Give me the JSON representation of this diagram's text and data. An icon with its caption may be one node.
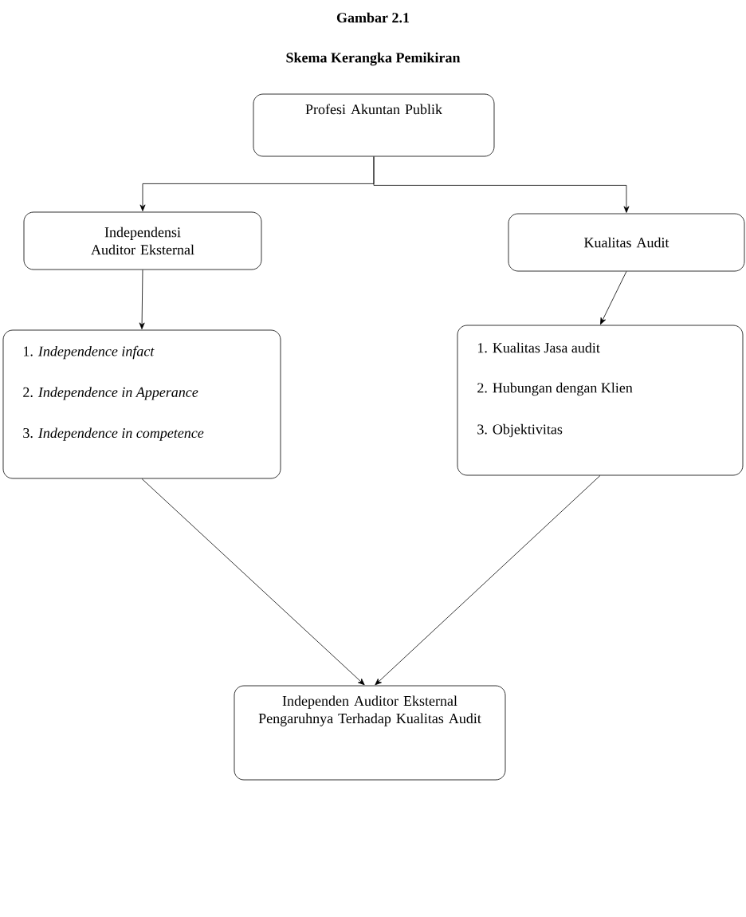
{
  "diagram": {
    "title": "Gambar 2.1",
    "caption": "Skema Kerangka Pemikiran",
    "nodes": [
      {
        "text": [
          "Profesi Akuntan Publik"
        ]
      },
      {
        "text": [
          "Independensi Auditor Eksternal"
        ]
      },
      {
        "text": [
          "Kualitas  Audit"
        ]
      },
      {
        "text": [
          "1. *Independence infact*",
          "2. *Independence in Apperance*",
          "3. *Independence in competence*"
        ]
      },
      {
        "text": [
          "1.   Kualitas Jasa audit",
          "2.   Hubungan dengan Klien",
          "3.   Objektivitas"
        ]
      },
      {
        "text": [
          "Independen Auditor Eksternal Pengaruhnya Terhadap Kualitas Audit"
        ]
      }
    ],
    "edges": [
      {
        "from": 0,
        "to": 1,
        "arrow": "to"
      },
      {
        "from": 0,
        "to": 2,
        "arrow": "to"
      },
      {
        "from": 1,
        "to": 3,
        "arrow": "to"
      },
      {
        "from": 2,
        "to": 4,
        "arrow": "to"
      },
      {
        "from": 3,
        "to": 5,
        "arrow": "to"
      },
      {
        "from": 4,
        "to": 5,
        "arrow": "to"
      }
    ]
  }
}
